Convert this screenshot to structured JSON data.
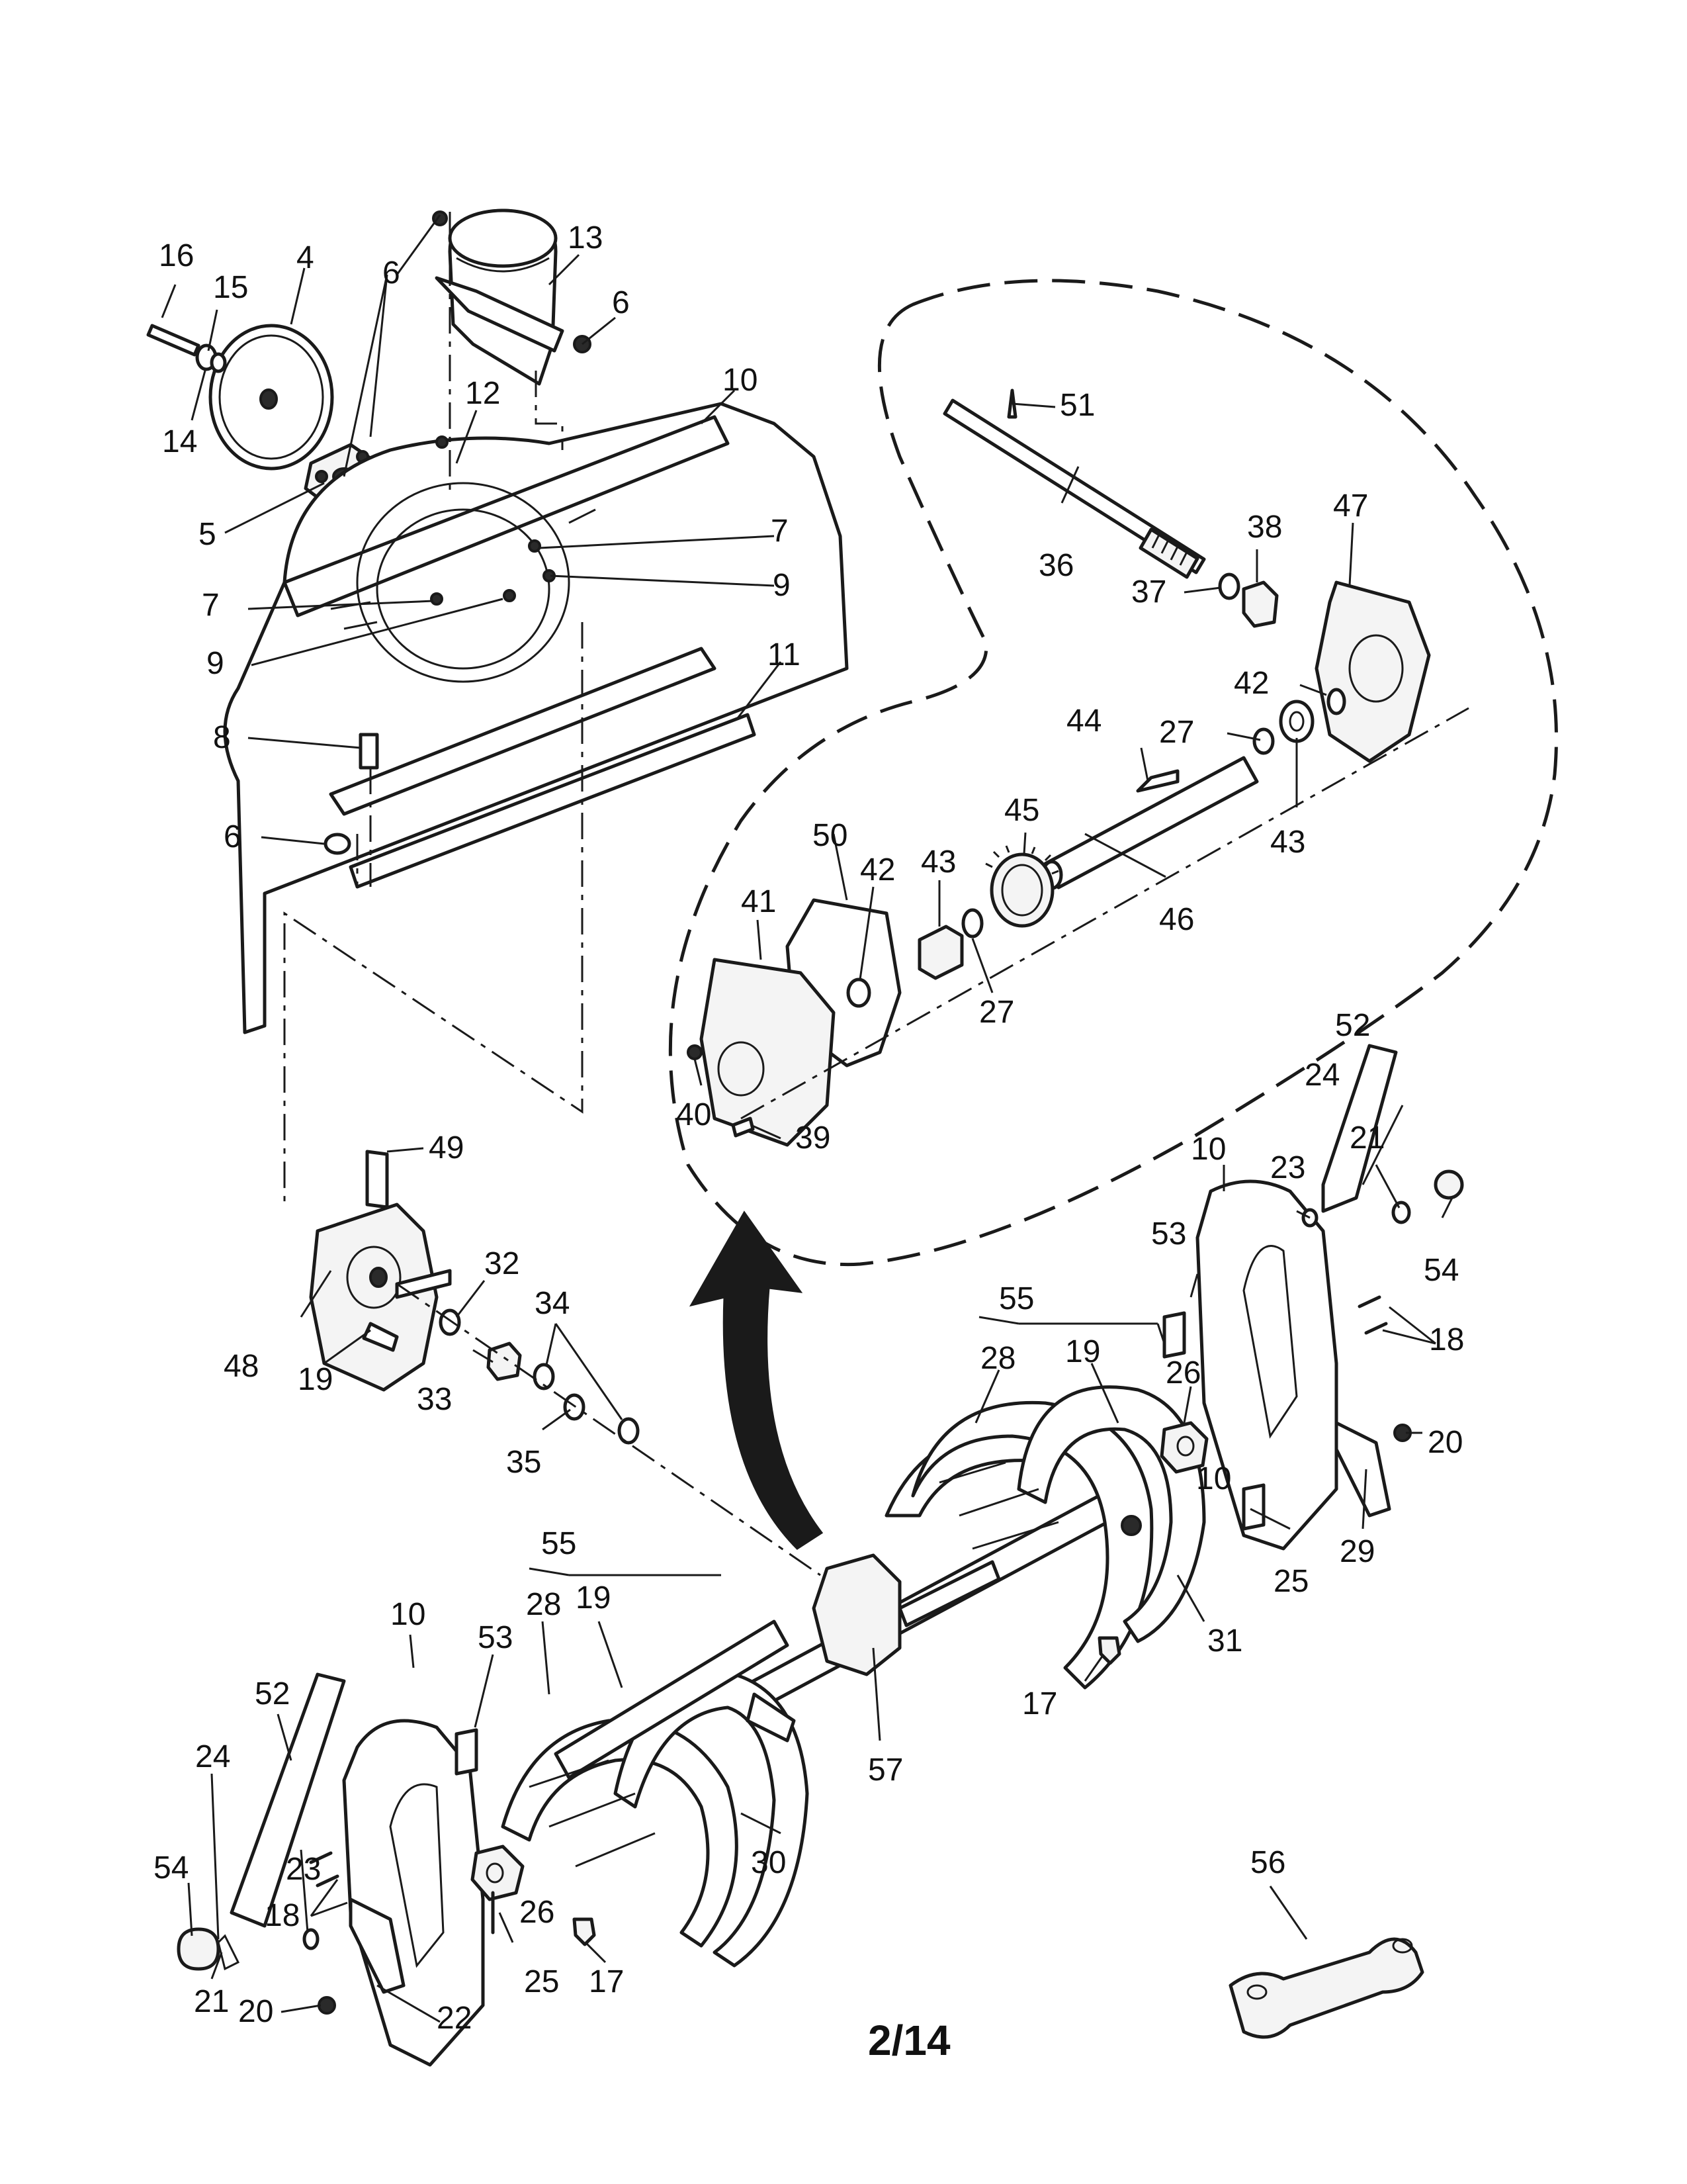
{
  "page_number": "2/14",
  "callouts": {
    "c4": "4",
    "c5": "5",
    "c6": "6",
    "c7": "7",
    "c8": "8",
    "c9": "9",
    "c10": "10",
    "c11": "11",
    "c12": "12",
    "c13": "13",
    "c14": "14",
    "c15": "15",
    "c16": "16",
    "c17": "17",
    "c18": "18",
    "c19": "19",
    "c20": "20",
    "c21": "21",
    "c22": "22",
    "c23": "23",
    "c24": "24",
    "c25": "25",
    "c26": "26",
    "c27": "27",
    "c28": "28",
    "c29": "29",
    "c30": "30",
    "c31": "31",
    "c32": "32",
    "c33": "33",
    "c34": "34",
    "c35": "35",
    "c36": "36",
    "c37": "37",
    "c38": "38",
    "c39": "39",
    "c40": "40",
    "c41": "41",
    "c42": "42",
    "c43": "43",
    "c44": "44",
    "c45": "45",
    "c46": "46",
    "c47": "47",
    "c48": "48",
    "c49": "49",
    "c50": "50",
    "c51": "51",
    "c52": "52",
    "c53": "53",
    "c54": "54",
    "c55": "55",
    "c56": "56",
    "c57": "57"
  }
}
